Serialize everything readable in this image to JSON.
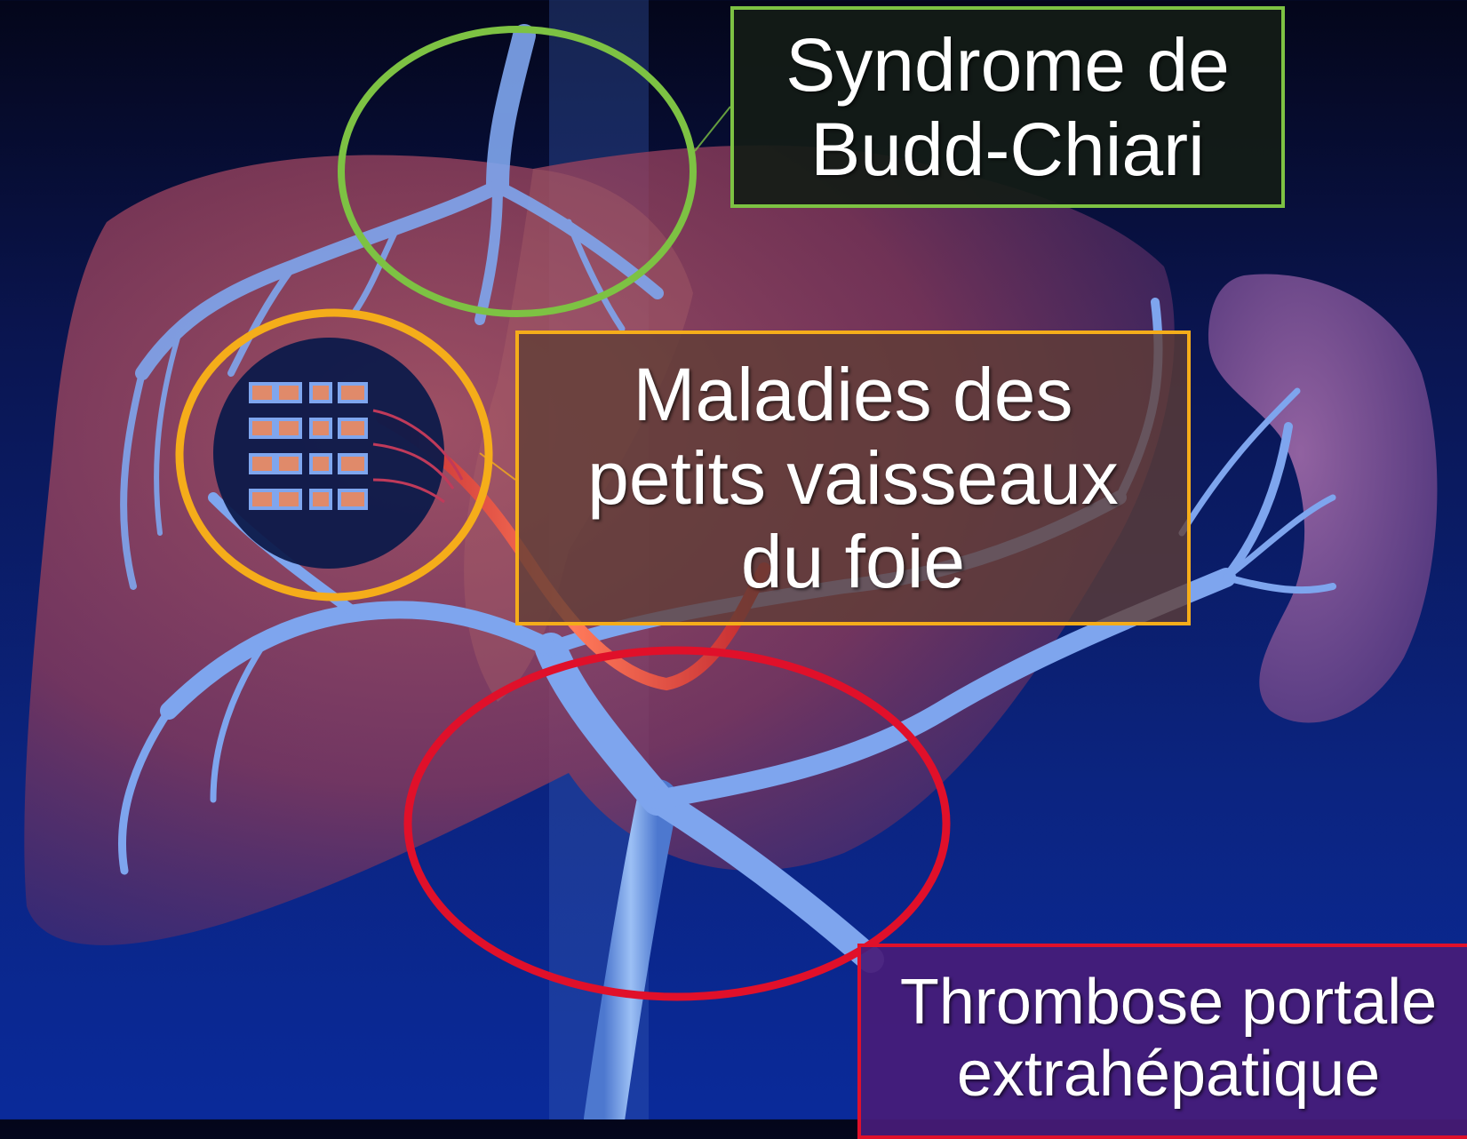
{
  "labels": {
    "budd_chiari": [
      "Syndrome de",
      "Budd-Chiari"
    ],
    "small_vessels": [
      "Maladies des",
      "petits vaisseaux",
      "du foie"
    ],
    "portal_thrombosis": [
      "Thrombose portale",
      "extrahépatique"
    ]
  },
  "colors": {
    "budd_chiari": "#7dc243",
    "small_vessels": "#f5ad1a",
    "portal_thrombosis": "#e0102a",
    "background": "#0b2480",
    "liver": "#a0445a",
    "vessels": "#6f9be6",
    "spleen": "#7a4a8a"
  }
}
